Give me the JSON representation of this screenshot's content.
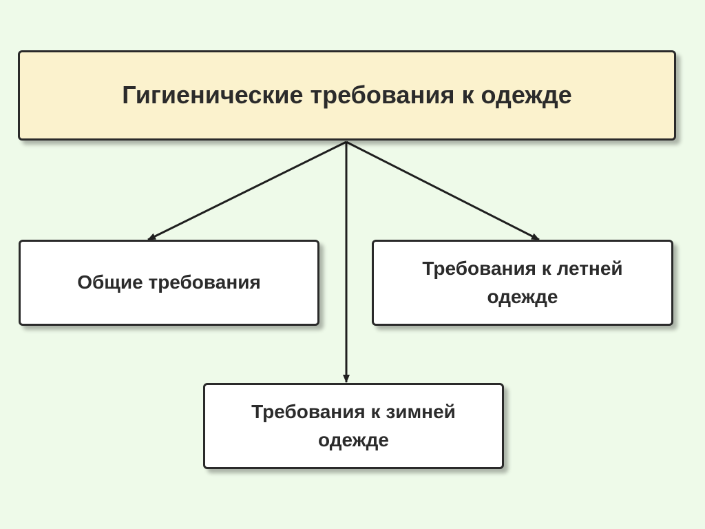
{
  "diagram": {
    "root": {
      "label": "Гигиенические требования к одежде"
    },
    "children": [
      {
        "id": "general",
        "label": "Общие требования"
      },
      {
        "id": "summer",
        "label": "Требования к летней одежде"
      },
      {
        "id": "winter",
        "label": "Требования к зимней одежде"
      }
    ]
  },
  "colors": {
    "background": "#eefae9",
    "root_fill": "#fbf2cd",
    "box_fill": "#ffffff",
    "stroke": "#2a2a2a"
  }
}
